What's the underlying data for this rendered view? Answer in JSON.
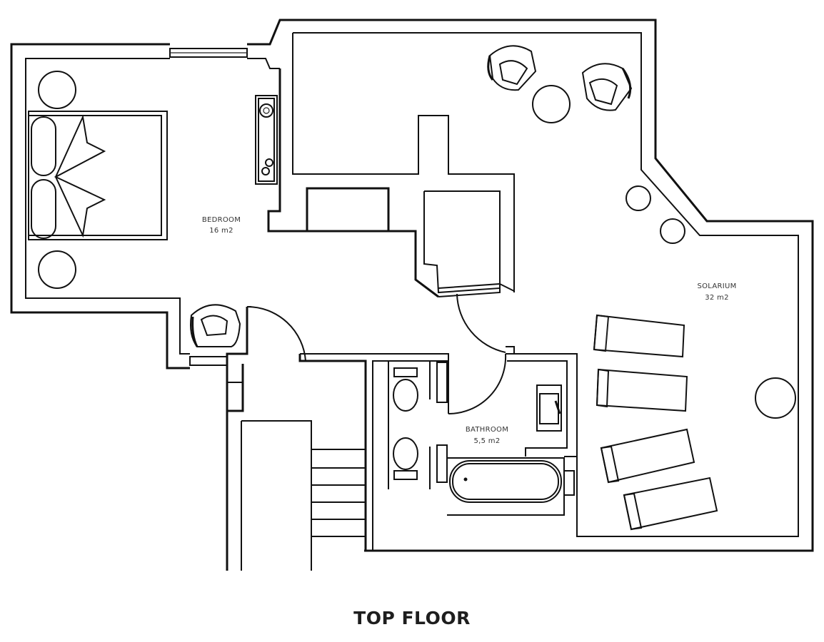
{
  "title": "TOP FLOOR",
  "rooms": [
    {
      "name": "BEDROOM",
      "area": "16 m2"
    },
    {
      "name": "SOLARIUM",
      "area": "32 m2"
    },
    {
      "name": "BATHROOM",
      "area": "5,5 m2"
    }
  ]
}
